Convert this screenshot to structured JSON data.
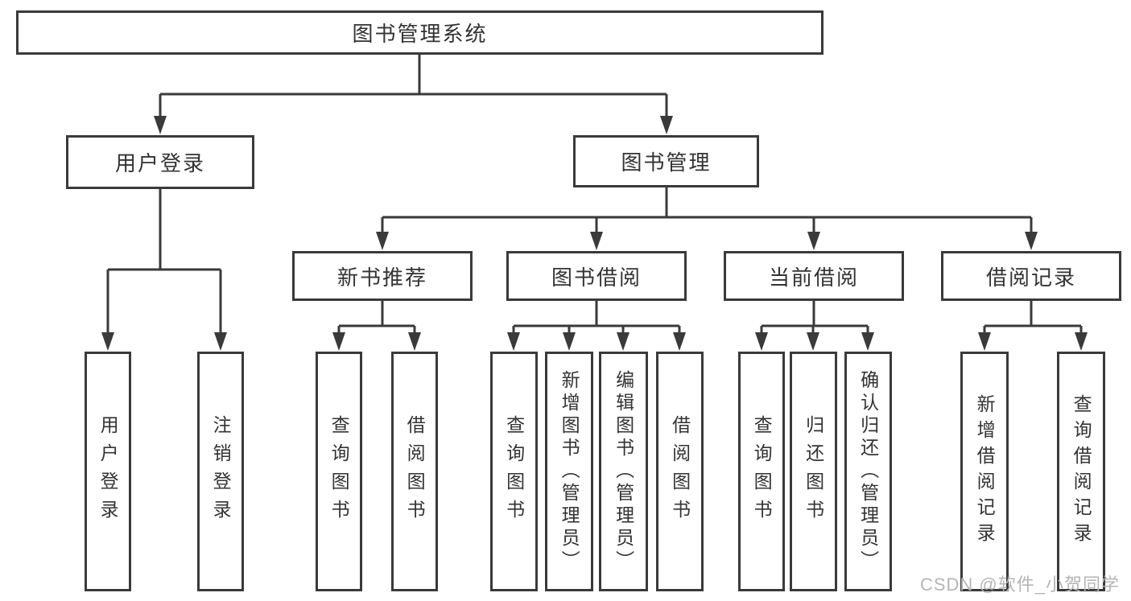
{
  "diagram": {
    "root": {
      "label": "图书管理系统"
    },
    "branches": [
      {
        "label": "用户登录",
        "children": [
          {
            "label": "用户登录"
          },
          {
            "label": "注销登录"
          }
        ]
      },
      {
        "label": "图书管理",
        "children": [
          {
            "label": "新书推荐",
            "children": [
              {
                "label": "查询图书"
              },
              {
                "label": "借阅图书"
              }
            ]
          },
          {
            "label": "图书借阅",
            "children": [
              {
                "label": "查询图书"
              },
              {
                "label": "新增图书（管理员）"
              },
              {
                "label": "编辑图书（管理员）"
              },
              {
                "label": "借阅图书"
              }
            ]
          },
          {
            "label": "当前借阅",
            "children": [
              {
                "label": "查询图书"
              },
              {
                "label": "归还图书"
              },
              {
                "label": "确认归还（管理员）"
              }
            ]
          },
          {
            "label": "借阅记录",
            "children": [
              {
                "label": "新增借阅记录"
              },
              {
                "label": "查询借阅记录"
              }
            ]
          }
        ]
      }
    ],
    "colors": {
      "line": "#3a3a3a",
      "text": "#333333",
      "background": "#ffffff",
      "watermark": "#b5b5b5"
    }
  },
  "watermark": {
    "text": "CSDN @软件_小贺同学"
  }
}
